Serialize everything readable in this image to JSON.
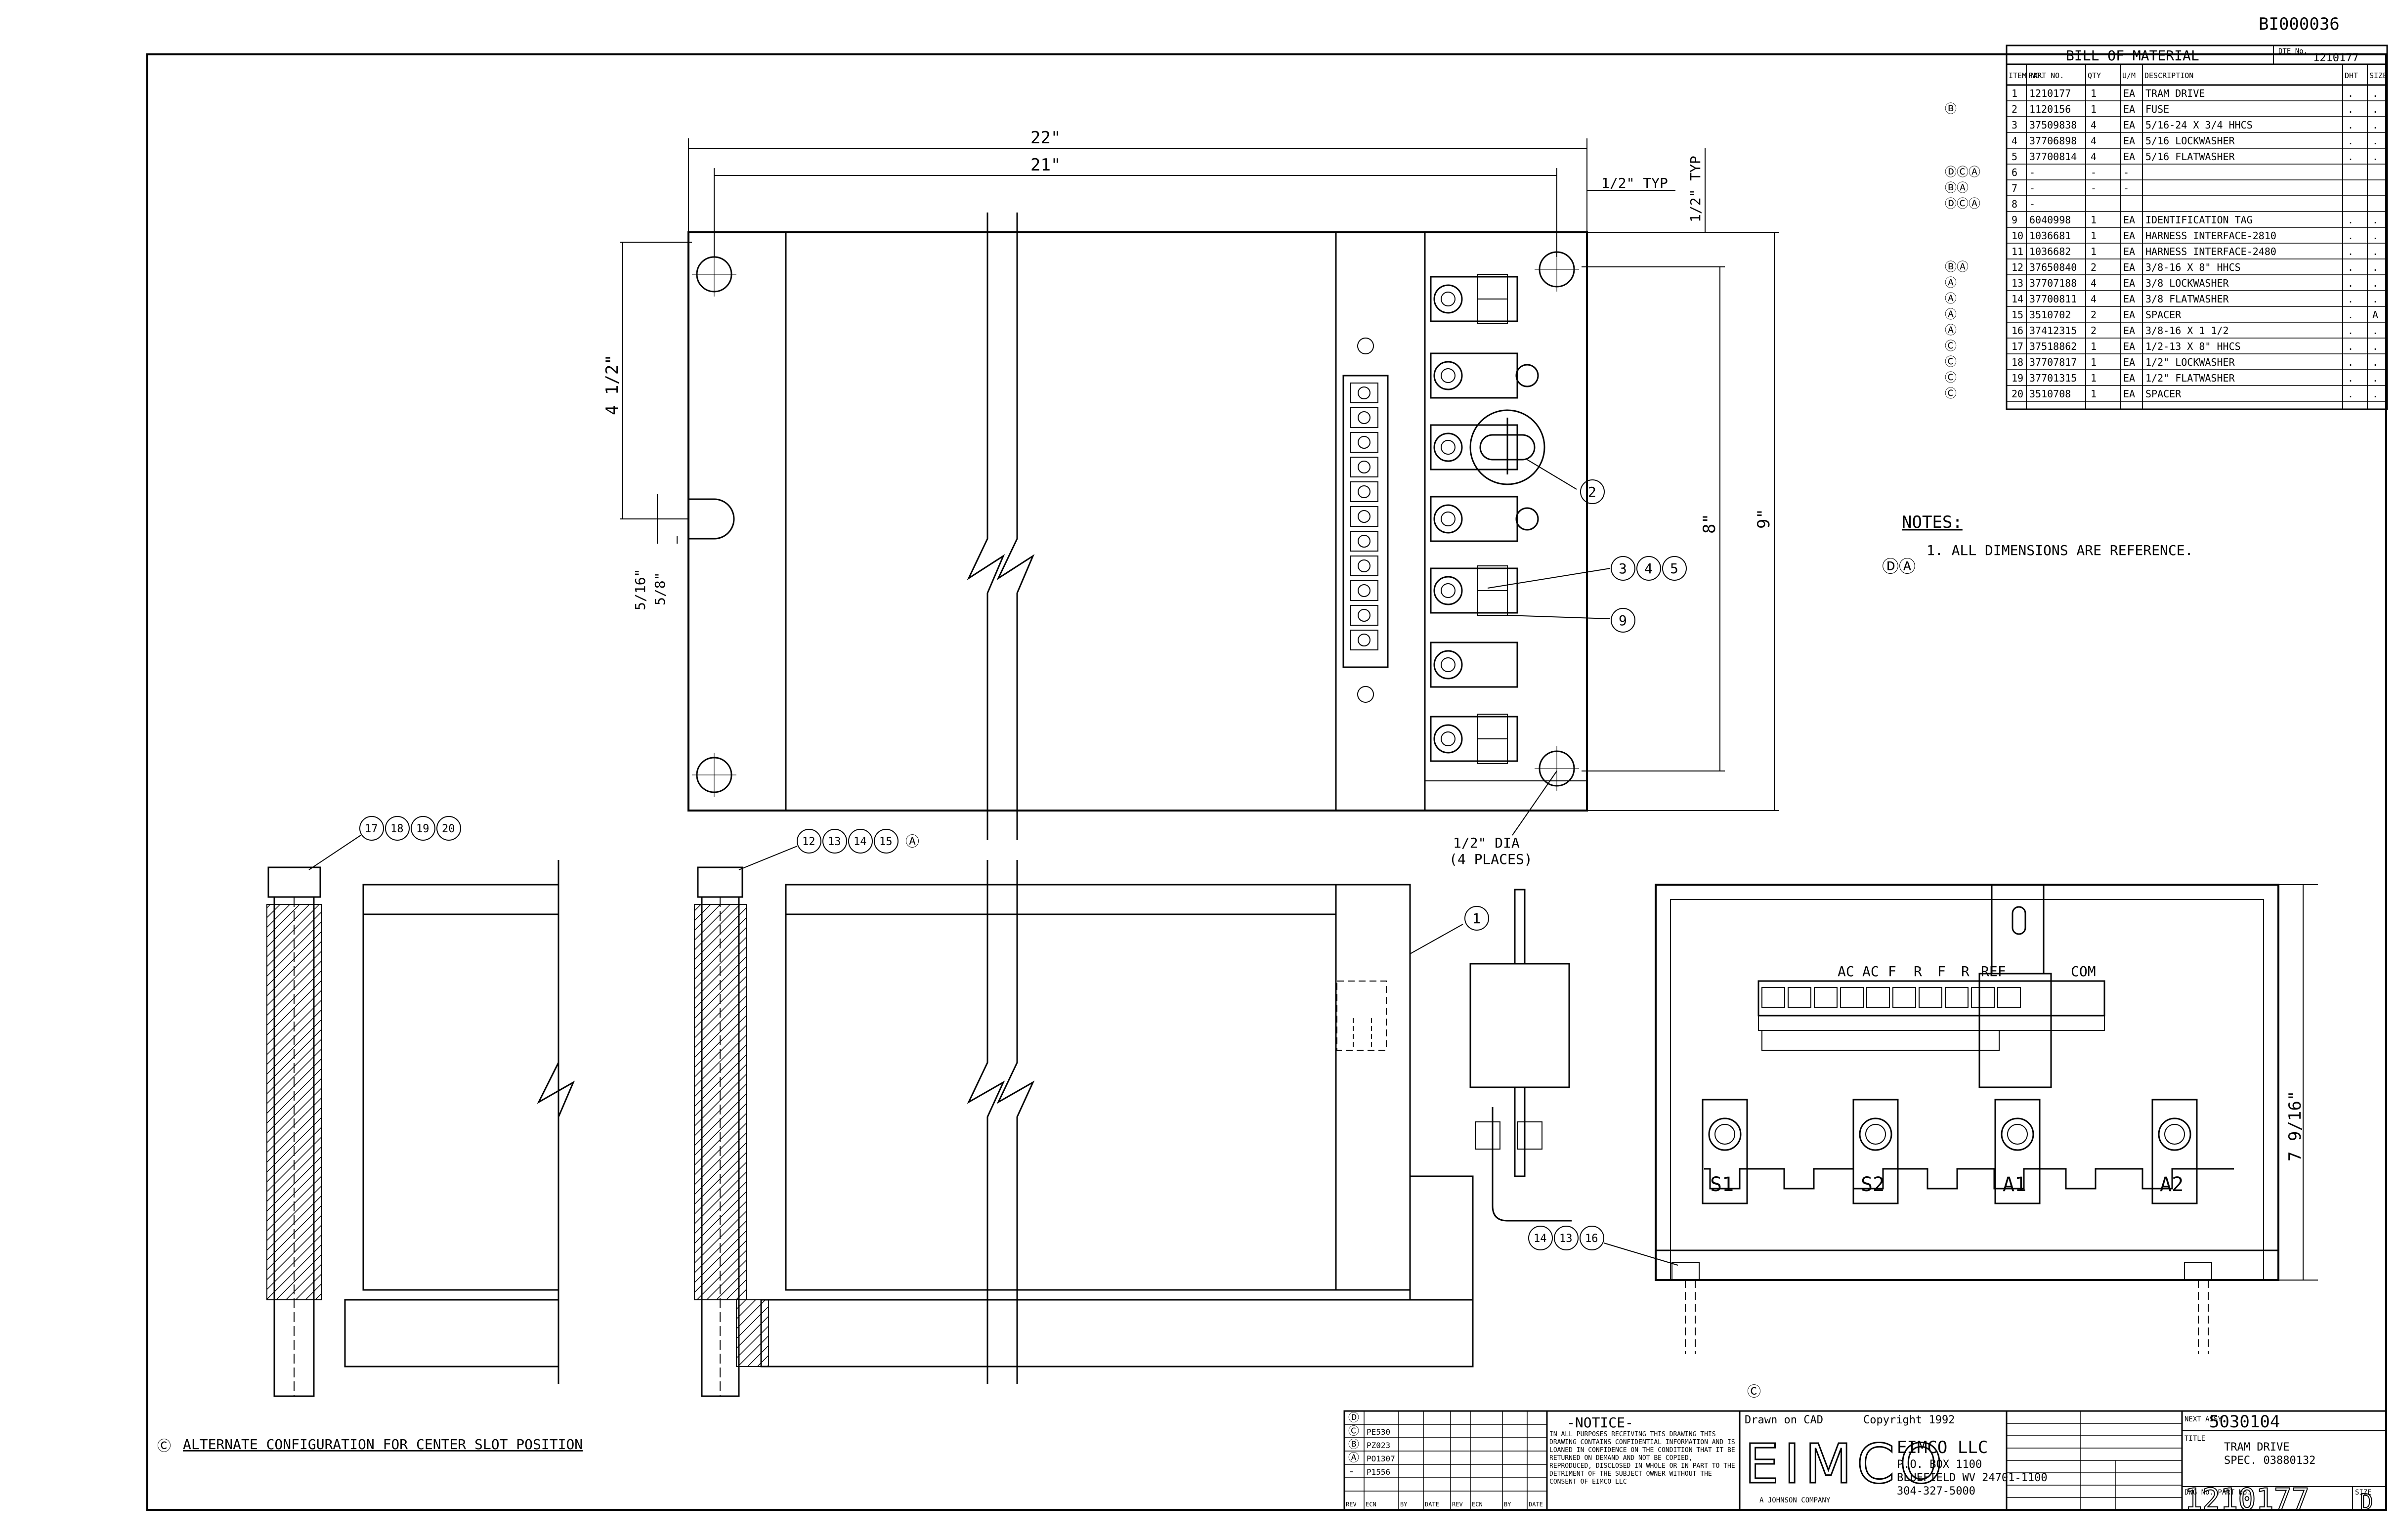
{
  "doc_ref": "BI000036",
  "bom": {
    "title": "BILL OF MATERIAL",
    "doc_no_label": "DTE No.",
    "doc_no": "1210177",
    "headers": [
      "ITEM NO.",
      "PART NO.",
      "QTY",
      "U/M",
      "DESCRIPTION",
      "DHT",
      "SIZE"
    ],
    "rows": [
      {
        "rev": "",
        "item": "1",
        "part": "1210177",
        "qty": "1",
        "um": "EA",
        "desc": "TRAM DRIVE",
        "dht": ".",
        "size": "."
      },
      {
        "rev": "Ⓑ",
        "item": "2",
        "part": "1120156",
        "qty": "1",
        "um": "EA",
        "desc": "FUSE",
        "dht": ".",
        "size": "."
      },
      {
        "rev": "",
        "item": "3",
        "part": "37509838",
        "qty": "4",
        "um": "EA",
        "desc": "5/16-24 X 3/4 HHCS",
        "dht": ".",
        "size": "."
      },
      {
        "rev": "",
        "item": "4",
        "part": "37706898",
        "qty": "4",
        "um": "EA",
        "desc": "5/16 LOCKWASHER",
        "dht": ".",
        "size": "."
      },
      {
        "rev": "",
        "item": "5",
        "part": "37700814",
        "qty": "4",
        "um": "EA",
        "desc": "5/16 FLATWASHER",
        "dht": ".",
        "size": "."
      },
      {
        "rev": "ⒹⒸⒶ",
        "item": "6",
        "part": "-",
        "qty": "-",
        "um": "-",
        "desc": "",
        "dht": "",
        "size": ""
      },
      {
        "rev": "ⒷⒶ",
        "item": "7",
        "part": "-",
        "qty": "-",
        "um": "-",
        "desc": "",
        "dht": "",
        "size": ""
      },
      {
        "rev": "ⒹⒸⒶ",
        "item": "8",
        "part": "-",
        "qty": "",
        "um": "",
        "desc": "",
        "dht": "",
        "size": ""
      },
      {
        "rev": "",
        "item": "9",
        "part": "6040998",
        "qty": "1",
        "um": "EA",
        "desc": "IDENTIFICATION TAG",
        "dht": ".",
        "size": "."
      },
      {
        "rev": "",
        "item": "10",
        "part": "1036681",
        "qty": "1",
        "um": "EA",
        "desc": "HARNESS INTERFACE-2810",
        "dht": ".",
        "size": "."
      },
      {
        "rev": "",
        "item": "11",
        "part": "1036682",
        "qty": "1",
        "um": "EA",
        "desc": "HARNESS INTERFACE-2480",
        "dht": ".",
        "size": "."
      },
      {
        "rev": "ⒷⒶ",
        "item": "12",
        "part": "37650840",
        "qty": "2",
        "um": "EA",
        "desc": "3/8-16 X 8\" HHCS",
        "dht": ".",
        "size": "."
      },
      {
        "rev": "Ⓐ",
        "item": "13",
        "part": "37707188",
        "qty": "4",
        "um": "EA",
        "desc": "3/8 LOCKWASHER",
        "dht": ".",
        "size": "."
      },
      {
        "rev": "Ⓐ",
        "item": "14",
        "part": "37700811",
        "qty": "4",
        "um": "EA",
        "desc": "3/8 FLATWASHER",
        "dht": ".",
        "size": "."
      },
      {
        "rev": "Ⓐ",
        "item": "15",
        "part": "3510702",
        "qty": "2",
        "um": "EA",
        "desc": "SPACER",
        "dht": ".",
        "size": "A"
      },
      {
        "rev": "Ⓐ",
        "item": "16",
        "part": "37412315",
        "qty": "2",
        "um": "EA",
        "desc": "3/8-16 X 1 1/2",
        "dht": ".",
        "size": "."
      },
      {
        "rev": "Ⓒ",
        "item": "17",
        "part": "37518862",
        "qty": "1",
        "um": "EA",
        "desc": "1/2-13 X 8\" HHCS",
        "dht": ".",
        "size": "."
      },
      {
        "rev": "Ⓒ",
        "item": "18",
        "part": "37707817",
        "qty": "1",
        "um": "EA",
        "desc": "1/2\" LOCKWASHER",
        "dht": ".",
        "size": "."
      },
      {
        "rev": "Ⓒ",
        "item": "19",
        "part": "37701315",
        "qty": "1",
        "um": "EA",
        "desc": "1/2\" FLATWASHER",
        "dht": ".",
        "size": "."
      },
      {
        "rev": "Ⓒ",
        "item": "20",
        "part": "3510708",
        "qty": "1",
        "um": "EA",
        "desc": "SPACER",
        "dht": ".",
        "size": "."
      }
    ]
  },
  "notes": {
    "title": "NOTES:",
    "items": [
      "1. ALL DIMENSIONS ARE REFERENCE."
    ],
    "rev_marks": "ⒹⒶ"
  },
  "dimensions": {
    "overall_width": "22\"",
    "hole_spacing": "21\"",
    "half_inch_typ_h": "1/2\" TYP",
    "half_inch_typ_v": "1/2\" TYP",
    "slot_spacing": "4 1/2\"",
    "slot_width_a": "5/16\"",
    "slot_width_b": "5/8\"",
    "hole_vertical": "8\"",
    "height": "9\"",
    "hole_dia": "1/2\" DIA",
    "hole_places": "(4 PLACES)",
    "end_height": "7 9/16\""
  },
  "callouts": {
    "fuse": "2",
    "hardware": [
      "3",
      "4",
      "5"
    ],
    "tag": "9",
    "drive": "1",
    "bolt_long": [
      "17",
      "18",
      "19",
      "20"
    ],
    "bolt_short": [
      "12",
      "13",
      "14",
      "15"
    ],
    "bolt_short_mark": "Ⓐ",
    "bolt_end": [
      "14",
      "13",
      "16"
    ],
    "rev_mark_bottom": "Ⓒ"
  },
  "terminals": {
    "top_labels": [
      "AC",
      "AC",
      "F",
      "R",
      "F",
      "R",
      "REF",
      "COM"
    ],
    "bottom_labels": [
      "S1",
      "S2",
      "A1",
      "A2"
    ]
  },
  "alt_config": {
    "mark": "Ⓒ",
    "text": "ALTERNATE CONFIGURATION FOR CENTER SLOT POSITION"
  },
  "title_block": {
    "notice_title": "-NOTICE-",
    "notice_text": "IN ALL PURPOSES RECEIVING THIS DRAWING THIS DRAWING CONTAINS CONFIDENTIAL INFORMATION AND IS LOANED IN CONFIDENCE ON THE CONDITION THAT IT BE RETURNED ON DEMAND AND NOT BE COPIED, REPRODUCED, DISCLOSED IN WHOLE OR IN PART TO THE DETRIMENT OF THE SUBJECT OWNER WITHOUT THE CONSENT OF EIMCO LLC",
    "drawn_label": "Drawn on CAD",
    "copyright": "Copyright 1992",
    "logo": "EIMCO",
    "logo_sub": "A JOHNSON COMPANY",
    "company": "EIMCO LLC",
    "address1": "P.O. BOX 1100",
    "address2": "BLUEFIELD WV 24701-1100",
    "phone": "304-327-5000",
    "next_assy_label": "NEXT ASSY",
    "next_assy": "5030104",
    "title_label": "TITLE",
    "title_line1": "TRAM DRIVE",
    "title_line2": "SPEC. 03880132",
    "dwg_label": "DWG No. PART No.",
    "dwg_no": "1210177",
    "rev_label": "SIZE",
    "rev": "D",
    "rev_letters": [
      "Ⓓ",
      "Ⓒ",
      "Ⓑ",
      "Ⓐ",
      "-"
    ],
    "rev_codes": [
      "",
      "PE530",
      "PZ023",
      "PO1307",
      "P1556"
    ],
    "rev_col_headers": [
      "REV",
      "ECN",
      "BY",
      "DATE",
      "REV",
      "ECN",
      "BY",
      "DATE"
    ]
  }
}
